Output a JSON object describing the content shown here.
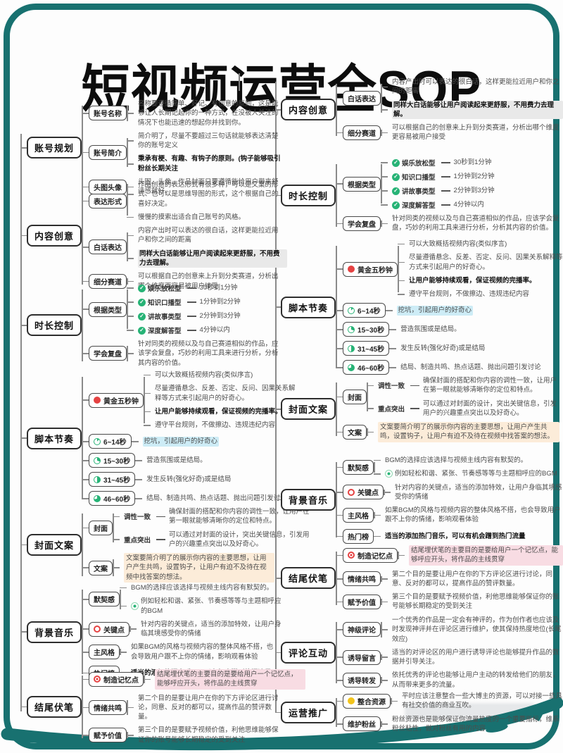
{
  "title": "短视频运营全SOP",
  "colors": {
    "frame_teal": "#187170",
    "check_green": "#27b376",
    "accent_red": "#e54242",
    "accent_yellow": "#f2c41d",
    "highlight_cyan": "#cdecf6",
    "highlight_pink": "#f8dce3",
    "highlight_cream": "#fcecd9",
    "highlight_gray": "#e9e9e9"
  },
  "left_sections": [
    {
      "label": "账号规划",
      "branches": [
        {
          "label": "账号名称",
          "children": [
            {
              "text": "名称要遵循简单、好记、有创意的原则，这是能够让人长期记起你的一种方式，在没被人关注的情况下也能迅速的想起你并找到你。"
            }
          ]
        },
        {
          "label": "账号简介",
          "children": [
            {
              "text": "简介明了，尽量不要超过三句话就能够表达清楚你的账号定义"
            },
            {
              "text": "秉承有梗、有趣、有钩子的原则。(钩子能够吸引粉丝长期关注",
              "bold": true
            }
          ]
        },
        {
          "label": "头图头像",
          "children": [
            {
              "text": "头图、头像、作品封面只要遵循能给用户带来舒适感就好。"
            }
          ]
        }
      ]
    },
    {
      "label": "内容创意",
      "branches": [
        {
          "label": "表达形式",
          "children": [
            {
              "text": "作品创意的表达形式有很多种，可以是文案的形式、也可以是思维导图的形式，这个根据自己的喜好决定。"
            },
            {
              "text": "慢慢的摸索出适合自己账号的风格。"
            }
          ]
        },
        {
          "label": "白话表达",
          "children": [
            {
              "text": "内容产出时可以表达的很白话，这样更能拉近用户和你之间的距离"
            },
            {
              "text": "同样大白话能够让用户阅读起来更舒服，不用费力去理解。",
              "bold": true,
              "hl": "gray"
            }
          ]
        },
        {
          "label": "细分赛道",
          "children": [
            {
              "text": "可以根据自己的创意来上升到分类赛道，分析出哪个维度更容易被用户接受"
            }
          ]
        }
      ]
    },
    {
      "label": "时长控制",
      "branches": [
        {
          "label": "根据类型",
          "children": [
            {
              "icon": "check",
              "tag": "娱乐放松型",
              "text": "30秒到1分钟"
            },
            {
              "icon": "check",
              "tag": "知识口播型",
              "text": "1分钟到2分钟"
            },
            {
              "icon": "check",
              "tag": "讲故事类型",
              "text": "2分钟到3分钟"
            },
            {
              "icon": "check",
              "tag": "深度解答型",
              "text": "4分钟以内"
            }
          ]
        },
        {
          "label": "学会复盘",
          "children": [
            {
              "text": "针对同类的视频以及与自己赛道相似的作品，应该学会复盘，巧妙的利用工具来进行分析，分析其内容的价值。"
            }
          ]
        }
      ]
    },
    {
      "label": "脚本节奏",
      "branches": [
        {
          "label": "黄金五秒钟",
          "icon": "dot-red",
          "children": [
            {
              "text": "可以大致概括视频内容(类似序言)"
            },
            {
              "text": "尽量遵循悬念、反差、否定、反问、因果关系解释等方式来引起用户的好奇心。"
            },
            {
              "text": "让用户能够持续观看，保证视频的完播率。",
              "bold": true
            },
            {
              "text": "遵守平台规则，不做擦边、违规违纪内容"
            }
          ]
        },
        {
          "label": "6~14秒",
          "icon": "clock1",
          "children": [
            {
              "text": "挖坑，引起用户的好奇心",
              "hl": "cyan"
            }
          ]
        },
        {
          "label": "15~30秒",
          "icon": "clock2",
          "children": [
            {
              "text": "营造氛围或是结局。"
            }
          ]
        },
        {
          "label": "31~45秒",
          "icon": "clock3",
          "children": [
            {
              "text": "发生反转(强化好奇)或是结局"
            }
          ]
        },
        {
          "label": "46~60秒",
          "icon": "clock4",
          "children": [
            {
              "text": "结局、制造共鸣、热点话题、抛出问题引发讨论"
            }
          ]
        }
      ]
    },
    {
      "label": "封面文案",
      "branches": [
        {
          "label": "封面",
          "children": [
            {
              "tag": "调性一致",
              "text": "确保封面的搭配和你内容的调性一致，让用户在第一眼就能够清晰你的定位和特点。"
            },
            {
              "tag": "重点突出",
              "text": "可以通过对封面的设计，突出关键信息，引发用户的兴趣重点突出以及好奇心。"
            }
          ]
        },
        {
          "label": "文案",
          "children": [
            {
              "text": "文案要简介明了的展示你内容的主要思想，让用户产生共鸣，设置钩子，让用户有迫不及待在视频中找答案的想法。",
              "hl": "cream"
            }
          ]
        }
      ]
    },
    {
      "label": "背景音乐",
      "branches": [
        {
          "label": "默契感",
          "children": [
            {
              "text": "BGM的选择应该选择与视频主线内容有默契的。"
            },
            {
              "icon": "dot-green",
              "text": "例如轻松和谐、紧张、节奏感等等与主题相呼应的BGM"
            }
          ]
        },
        {
          "label": "关键点",
          "icon": "ring-red",
          "children": [
            {
              "text": "针对内容的关键点，适当的添加特效，让用户身临其境感受你的情绪"
            }
          ]
        },
        {
          "label": "主风格",
          "children": [
            {
              "text": "如果BGM的风格与视频内容的整体风格不搭，也会导致用户跟不上你的情绪，影响观看体验"
            }
          ]
        },
        {
          "label": "热门榜",
          "children": [
            {
              "text": "适当的添加热门音乐，可以有机会蹭到热门流量",
              "bold": true
            }
          ]
        }
      ]
    },
    {
      "label": "结尾伏笔",
      "branches": [
        {
          "label": "制造记忆点",
          "icon": "target-red",
          "children": [
            {
              "text": "结尾埋伏笔的主要目的是要给用户一个记忆点，能够呼应开头，将作品的主线贯穿",
              "hl": "pink"
            }
          ]
        },
        {
          "label": "情绪共鸣",
          "children": [
            {
              "text": "第二个目的是要让用户在你的下方评论区进行讨论，同意、反对的都可以，提高作品的赞评数量。"
            }
          ]
        },
        {
          "label": "赋予价值",
          "children": [
            {
              "text": "第三个目的是要赋予视频价值，利他思维能够保证你的账号能够长期稳定的受到关注"
            }
          ]
        }
      ]
    }
  ],
  "right_sections": [
    {
      "label": "内容创意",
      "branches": [
        {
          "label": "白话表达",
          "children": [
            {
              "text": "内容产出时可以表达的很白话，这样更能拉近用户和你之间的距离"
            },
            {
              "text": "同样大白话能够让用户阅读起来更舒服，不用费力去理解。",
              "bold": true,
              "hl": "gray"
            }
          ]
        },
        {
          "label": "细分赛道",
          "children": [
            {
              "text": "可以根据自己的创意来上升到分类赛道，分析出哪个维度更容易被用户接受"
            }
          ]
        }
      ]
    },
    {
      "label": "时长控制",
      "branches": [
        {
          "label": "根据类型",
          "children": [
            {
              "icon": "check",
              "tag": "娱乐放松型",
              "text": "30秒到1分钟"
            },
            {
              "icon": "check",
              "tag": "知识口播型",
              "text": "1分钟到2分钟"
            },
            {
              "icon": "check",
              "tag": "讲故事类型",
              "text": "2分钟到3分钟"
            },
            {
              "icon": "check",
              "tag": "深度解答型",
              "text": "4分钟以内"
            }
          ]
        },
        {
          "label": "学会复盘",
          "children": [
            {
              "text": "针对同类的视频以及与自己赛道相似的作品，应该学会复盘，巧妙的利用工具来进行分析，分析其内容的价值。"
            }
          ]
        }
      ]
    },
    {
      "label": "脚本节奏",
      "branches": [
        {
          "label": "黄金五秒钟",
          "icon": "dot-red",
          "children": [
            {
              "text": "可以大致概括视频内容(类似序言)"
            },
            {
              "text": "尽量遵循悬念、反差、否定、反问、因果关系解释等方式来引起用户的好奇心。"
            },
            {
              "text": "让用户能够持续观看，保证视频的完播率。",
              "bold": true
            },
            {
              "text": "遵守平台规则，不做擦边、违规违纪内容"
            }
          ]
        },
        {
          "label": "6~14秒",
          "icon": "clock1",
          "children": [
            {
              "text": "挖坑，引起用户的好奇心",
              "hl": "cyan"
            }
          ]
        },
        {
          "label": "15~30秒",
          "icon": "clock2",
          "children": [
            {
              "text": "营造氛围或是结局。"
            }
          ]
        },
        {
          "label": "31~45秒",
          "icon": "clock3",
          "children": [
            {
              "text": "发生反转(强化好奇)或是结局"
            }
          ]
        },
        {
          "label": "46~60秒",
          "icon": "clock4",
          "children": [
            {
              "text": "结局、制造共鸣、热点话题、抛出问题引发讨论"
            }
          ]
        }
      ]
    },
    {
      "label": "封面文案",
      "branches": [
        {
          "label": "封面",
          "children": [
            {
              "tag": "调性一致",
              "text": "确保封面的搭配和你内容的调性一致，让用户在第一眼就能够清晰你的定位和特点。"
            },
            {
              "tag": "重点突出",
              "text": "可以通过对封面的设计，突出关键信息，引发用户的兴趣重点突出以及好奇心。"
            }
          ]
        },
        {
          "label": "文案",
          "children": [
            {
              "text": "文案要简介明了的展示你内容的主要思想，让用户产生共鸣，设置钩子，让用户有迫不及待在视频中找答案的想法。",
              "hl": "cream"
            }
          ]
        }
      ]
    },
    {
      "label": "背景音乐",
      "branches": [
        {
          "label": "默契感",
          "children": [
            {
              "text": "BGM的选择应该选择与视频主线内容有默契的。"
            },
            {
              "icon": "dot-green",
              "text": "例如轻松和谐、紧张、节奏感等等与主题相呼应的BGM"
            }
          ]
        },
        {
          "label": "关键点",
          "icon": "ring-red",
          "children": [
            {
              "text": "针对内容的关键点，适当的添加特效，让用户身临其境感受你的情绪"
            }
          ]
        },
        {
          "label": "主风格",
          "children": [
            {
              "text": "如果BGM的风格与视频内容的整体风格不搭，也会导致用户跟不上你的情绪，影响观看体验"
            }
          ]
        },
        {
          "label": "热门榜",
          "children": [
            {
              "text": "适当的添加热门音乐，可以有机会蹭到热门流量",
              "bold": true
            }
          ]
        }
      ]
    },
    {
      "label": "结尾伏笔",
      "branches": [
        {
          "label": "制造记忆点",
          "icon": "target-red",
          "children": [
            {
              "text": "结尾埋伏笔的主要目的是要给用户一个记忆点，能够呼应开头，将作品的主线贯穿",
              "hl": "pink"
            }
          ]
        },
        {
          "label": "情绪共鸣",
          "children": [
            {
              "text": "第二个目的是要让用户在你的下方评论区进行讨论，同意、反对的都可以，提高作品的赞评数量。"
            }
          ]
        },
        {
          "label": "赋予价值",
          "children": [
            {
              "text": "第三个目的是要赋予视频价值，利他思维能够保证你的账号能够长期稳定的受到关注"
            }
          ]
        }
      ]
    },
    {
      "label": "评论互动",
      "branches": [
        {
          "label": "神级评论",
          "children": [
            {
              "text": "一个优秀的作品是一定会有神评的，作为创作者也应该及时发现神评并在评论区进行维护，使其保持热度地位(长尾效应)"
            }
          ]
        },
        {
          "label": "诱导留言",
          "children": [
            {
              "text": "适当的对评论区的用户进行诱导评论也能够提升作品的数据并引导关注。"
            }
          ]
        },
        {
          "label": "诱导转发",
          "children": [
            {
              "text": "依托优秀的评论也能够让用户主动的转发给他们的朋友，从而带来更多的流量。"
            }
          ]
        }
      ]
    },
    {
      "label": "运营推广",
      "branches": [
        {
          "label": "整合资源",
          "icon": "dot-yellow",
          "children": [
            {
              "text": "平时应该注意整合一些大博主的资源，可以对接一些具有社交价值的商业互吹。"
            }
          ]
        },
        {
          "label": "维护粉丝",
          "children": [
            {
              "text": "粉丝资源也是能够保证你流量热度的一个重要指标，维系粉丝粘性，做对粉丝有用的内容"
            }
          ]
        }
      ]
    }
  ]
}
